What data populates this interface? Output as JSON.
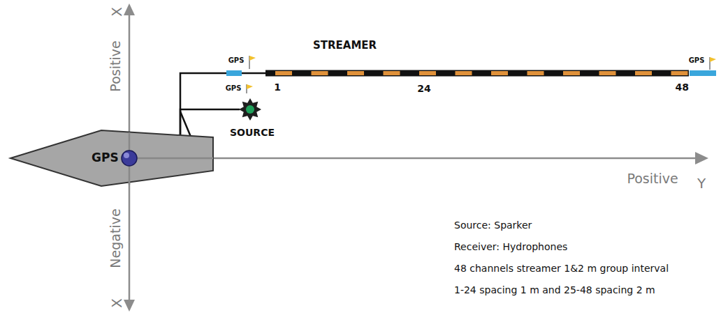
{
  "diagram": {
    "nodes": [
      {
        "text": [
          "STREAMER",
          "1",
          "24",
          "48"
        ]
      },
      {
        "text": [
          "SOURCE"
        ]
      },
      {
        "text": [
          "GPS"
        ]
      }
    ],
    "edges": [
      {
        "from": 2,
        "to": 0,
        "arrow": "none"
      },
      {
        "from": 2,
        "to": 1,
        "arrow": "none"
      }
    ],
    "labels": [
      "X",
      "Positive",
      "Negative",
      "X",
      "Positive",
      "Y",
      "GPS",
      "GPS",
      "GPS",
      "Source: Sparker",
      "Receiver: Hydrophones",
      "48 channels streamer 1&2 m group interval",
      "1-24 spacing 1 m and 25-48 spacing 2 m"
    ]
  }
}
